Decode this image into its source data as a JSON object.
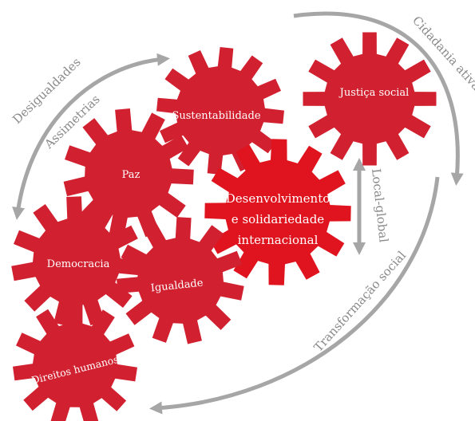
{
  "gears": [
    {
      "id": "justica-social",
      "label": "Justiça social",
      "highlight": false
    },
    {
      "id": "sustentabilidade",
      "label": "Sustentabilidade",
      "highlight": false
    },
    {
      "id": "paz",
      "label": "Paz",
      "highlight": false
    },
    {
      "id": "desenvolvimento",
      "lines": [
        "Desenvolvimento",
        "e solidariedade",
        "internacional"
      ],
      "highlight": true
    },
    {
      "id": "democracia",
      "label": "Democracia",
      "highlight": false
    },
    {
      "id": "igualdade",
      "label": "Igualdade",
      "highlight": false
    },
    {
      "id": "direitos-humanos",
      "label": "Direitos humanos",
      "highlight": false
    }
  ],
  "arrow_labels": {
    "desigualdades": "Desigualdades",
    "assimetrias": "Assimetrias",
    "cidadania_ativa": "Cidadania ativa",
    "local_global": "Local-global",
    "transformacao_social": "Transformação social"
  },
  "colors": {
    "gear": "#d1202f",
    "gear_highlight": "#e0141e",
    "arrow": "#a6a6a6",
    "arrow_text": "#8a8a8a"
  }
}
